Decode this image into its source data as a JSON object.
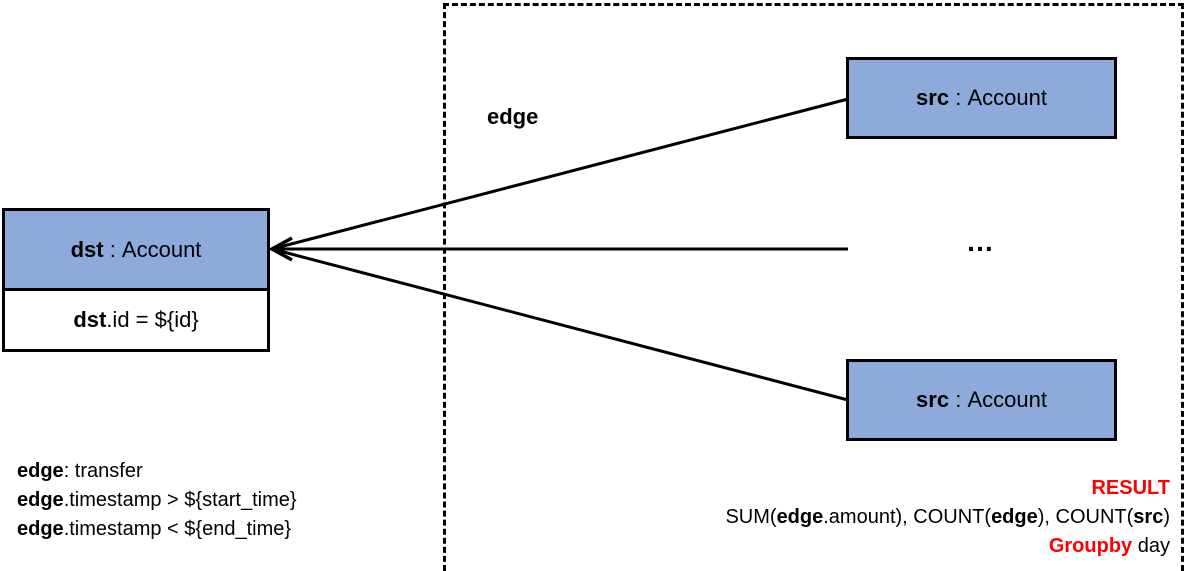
{
  "dst_node": {
    "var": "dst",
    "sep": " : ",
    "type": "Account",
    "filter_var": "dst",
    "filter_rest": ".id = ${id}"
  },
  "src_nodes": [
    {
      "var": "src",
      "sep": " : ",
      "type": "Account"
    },
    {
      "var": "src",
      "sep": " : ",
      "type": "Account"
    }
  ],
  "edge_label": "edge",
  "ellipsis": "…",
  "conditions": [
    {
      "bold": "edge",
      "rest": ": transfer"
    },
    {
      "bold": "edge",
      "rest": ".timestamp > ${start_time}"
    },
    {
      "bold": "edge",
      "rest": ".timestamp < ${end_time}"
    }
  ],
  "result": {
    "title": "RESULT",
    "agg": {
      "p1": "SUM(",
      "b1": "edge",
      "p2": ".amount), COUNT(",
      "b2": "edge",
      "p3": "), COUNT(",
      "b3": "src",
      "p4": ")"
    },
    "groupby_keyword": "Groupby",
    "groupby_field": " day"
  }
}
